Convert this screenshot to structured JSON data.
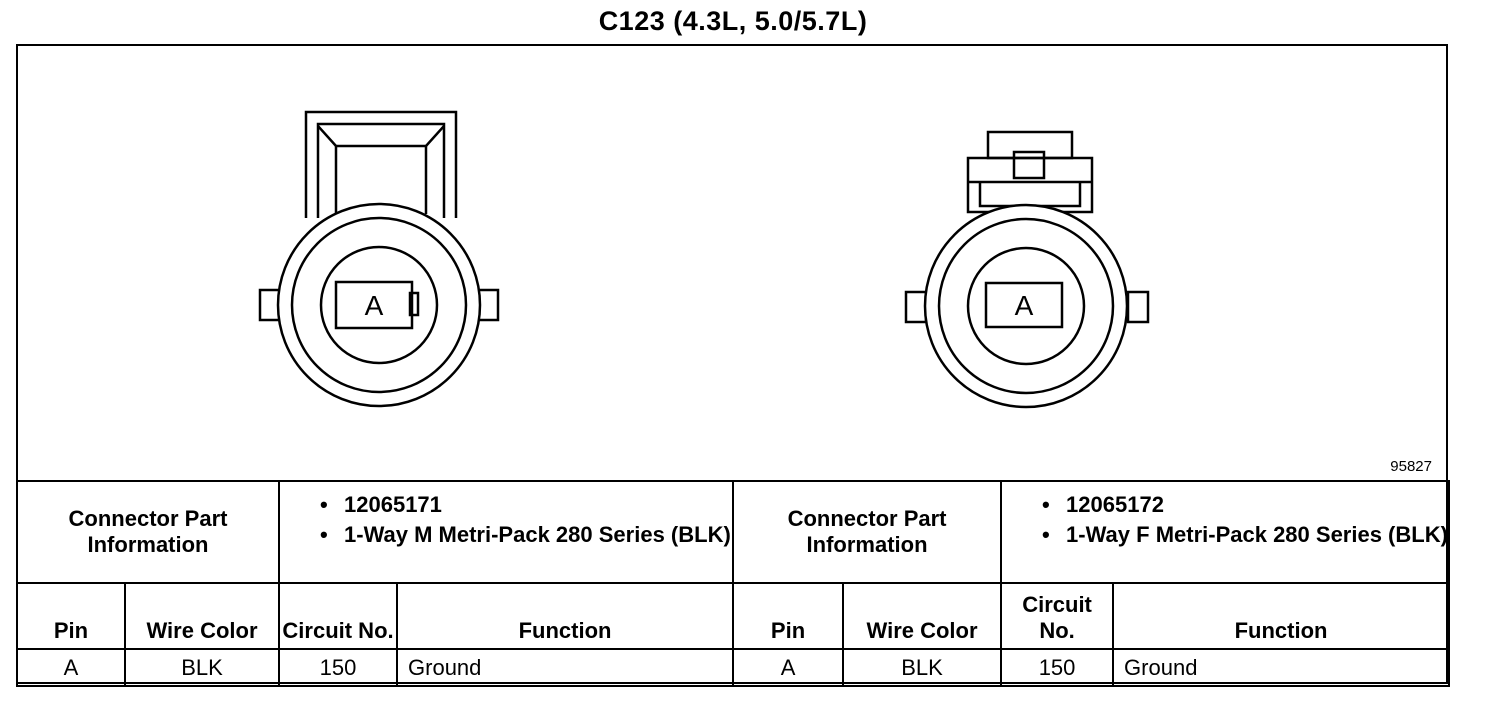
{
  "title": "C123 (4.3L, 5.0/5.7L)",
  "figure_number": "95827",
  "connectors": [
    {
      "pin_label": "A",
      "part_label": "Connector Part Information",
      "part_items": [
        "12065171",
        "1-Way M Metri-Pack 280 Series (BLK)"
      ]
    },
    {
      "pin_label": "A",
      "part_label": "Connector Part Information",
      "part_items": [
        "12065172",
        "1-Way F Metri-Pack 280 Series (BLK)"
      ]
    }
  ],
  "columns": {
    "left": [
      "Pin",
      "Wire Color",
      "Circuit No.",
      "Function"
    ],
    "right": [
      "Pin",
      "Wire Color",
      "Circuit No.",
      "Function"
    ]
  },
  "rows": [
    {
      "left": [
        "A",
        "BLK",
        "150",
        "Ground"
      ],
      "right": [
        "A",
        "BLK",
        "150",
        "Ground"
      ]
    }
  ]
}
